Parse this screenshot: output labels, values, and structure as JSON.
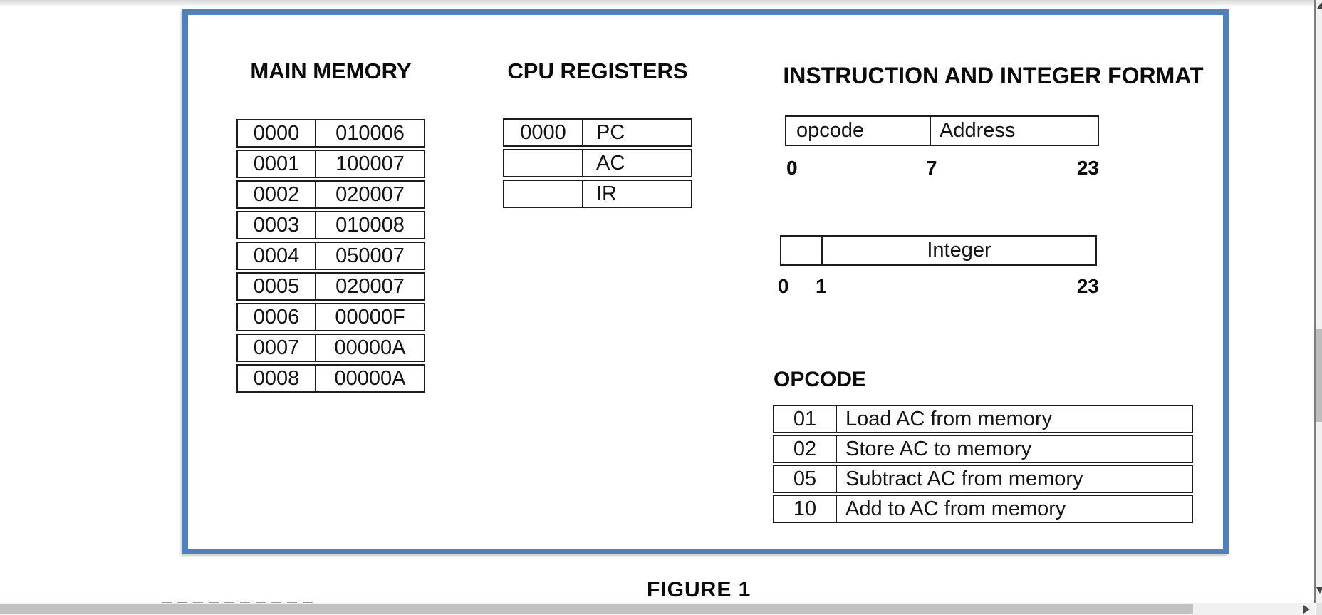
{
  "figure": {
    "main_memory": {
      "title": "MAIN MEMORY",
      "rows": [
        {
          "address": "0000",
          "value": "010006"
        },
        {
          "address": "0001",
          "value": "100007"
        },
        {
          "address": "0002",
          "value": "020007"
        },
        {
          "address": "0003",
          "value": "010008"
        },
        {
          "address": "0004",
          "value": "050007"
        },
        {
          "address": "0005",
          "value": "020007"
        },
        {
          "address": "0006",
          "value": "00000F"
        },
        {
          "address": "0007",
          "value": "00000A"
        },
        {
          "address": "0008",
          "value": "00000A"
        }
      ]
    },
    "cpu_registers": {
      "title": "CPU REGISTERS",
      "rows": [
        {
          "value": "0000",
          "name": "PC"
        },
        {
          "value": "",
          "name": "AC"
        },
        {
          "value": "",
          "name": "IR"
        }
      ]
    },
    "formats": {
      "title": "INSTRUCTION AND INTEGER FORMAT",
      "instruction": {
        "field1": "opcode",
        "field2": "Address",
        "bits": [
          "0",
          "7",
          "23"
        ]
      },
      "integer": {
        "label": "Integer",
        "bits": [
          "0",
          "1",
          "23"
        ]
      }
    },
    "opcode": {
      "title": "OPCODE",
      "rows": [
        {
          "code": "01",
          "description": "Load AC from memory"
        },
        {
          "code": "02",
          "description": "Store AC to memory"
        },
        {
          "code": "05",
          "description": "Subtract AC from memory"
        },
        {
          "code": "10",
          "description": "Add to AC from memory"
        }
      ]
    },
    "caption": "FIGURE 1"
  },
  "colors": {
    "frame_border": "#4f81bd",
    "table_border": "#1c1c1c",
    "scrollbar_thumb": "#c1c1c1",
    "scrollbar_track": "#f1f1f1"
  }
}
